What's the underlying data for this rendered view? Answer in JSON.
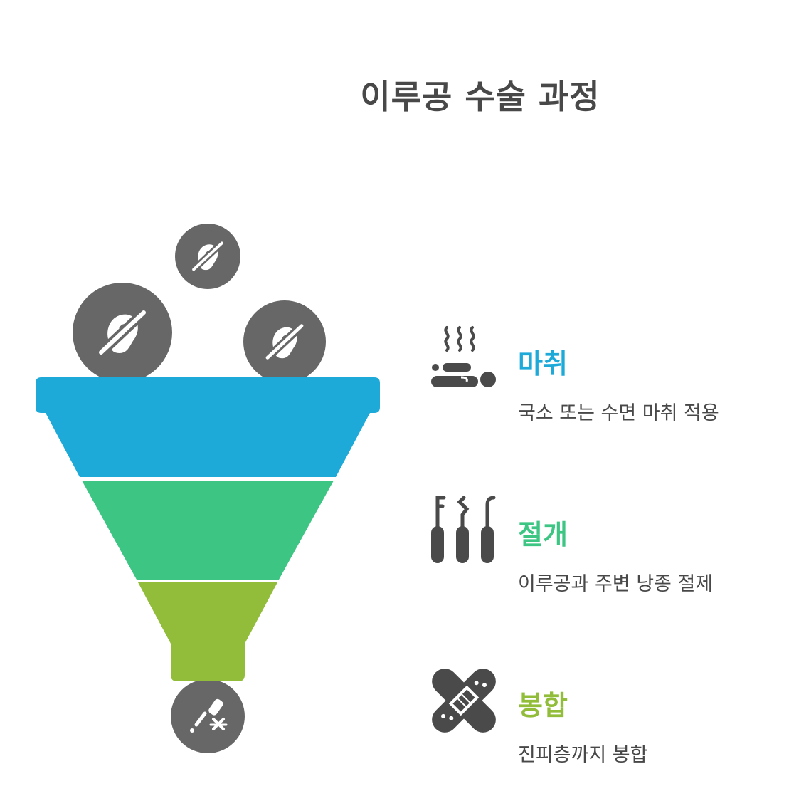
{
  "title": "이루공 수술 과정",
  "steps": [
    {
      "label": "마취",
      "description": "국소 또는 수면 마취 적용",
      "color": "#1EAAD9",
      "icon": "anesthesia-steam-icon"
    },
    {
      "label": "절개",
      "description": "이루공과 주변 낭종 절제",
      "color": "#3DC583",
      "icon": "surgical-instruments-icon"
    },
    {
      "label": "봉합",
      "description": "진피층까지 봉합",
      "color": "#92BD3A",
      "icon": "bandage-icon"
    }
  ],
  "input_icons": [
    "ear-pit-icon",
    "ear-pit-icon",
    "ear-pit-icon"
  ],
  "output_icon": "suture-needle-icon",
  "colors": {
    "icon_dark": "#4A4A4A",
    "circle": "#676767"
  }
}
